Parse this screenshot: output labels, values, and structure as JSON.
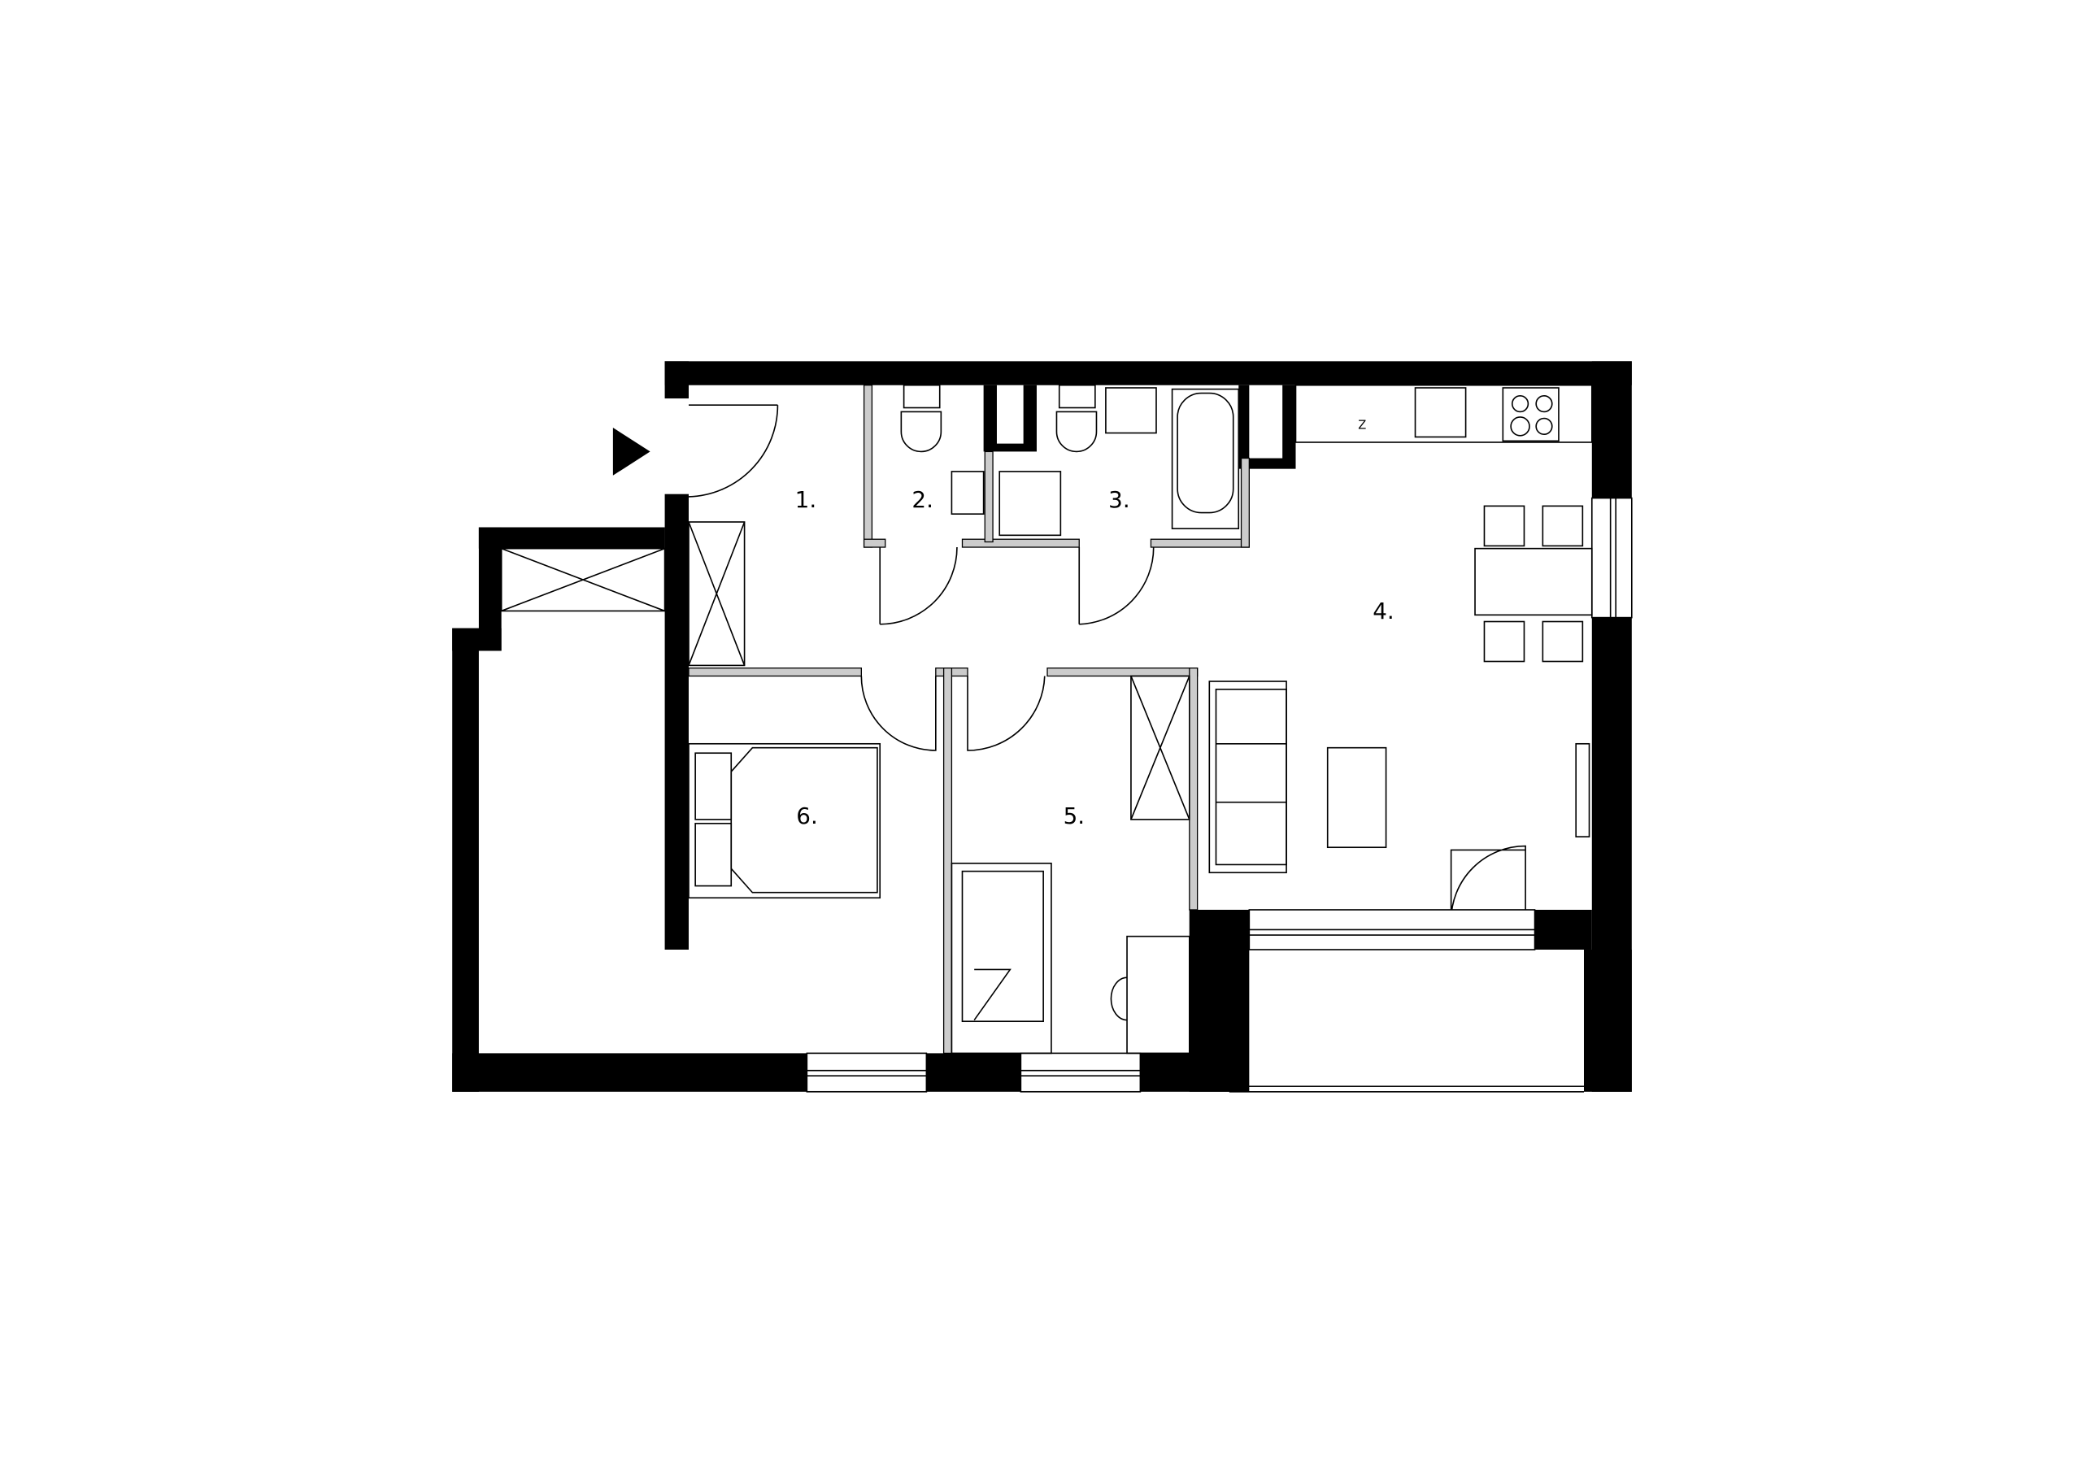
{
  "plan": {
    "rooms": [
      {
        "id": "1",
        "label": "1."
      },
      {
        "id": "2",
        "label": "2."
      },
      {
        "id": "3",
        "label": "3."
      },
      {
        "id": "4",
        "label": "4."
      },
      {
        "id": "5",
        "label": "5."
      },
      {
        "id": "6",
        "label": "6."
      }
    ],
    "kitchen_mark": "Z",
    "wall_color": "#000000",
    "background": "#ffffff"
  }
}
